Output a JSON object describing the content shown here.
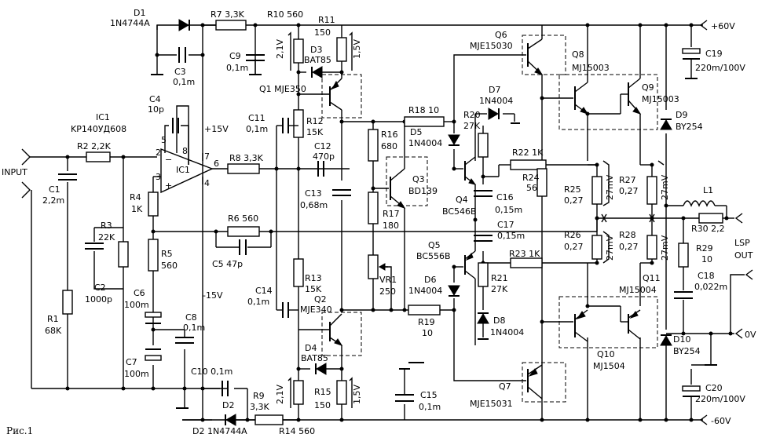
{
  "labels": {
    "D1": "D1",
    "D1v": "1N4744A",
    "R7": "R7 3,3K",
    "R10": "R10 560",
    "R11": "R11",
    "R11v": "150",
    "v21top": "2,1V",
    "v15top": "1,5V",
    "D3": "D3",
    "D3v": "BAT85",
    "C9": "C9",
    "C9v": "0,1m",
    "C3": "C3",
    "C3v": "0,1m",
    "Q1": "Q1 MJE350",
    "C4": "C4",
    "C4v": "10p",
    "IC1": "IC1",
    "IC1v": "KP140УД608",
    "IC1in": "IC1",
    "p15": "+15V",
    "m15": "-15V",
    "R12": "R12",
    "R12v": "15K",
    "C11": "C11",
    "C11v": "0,1m",
    "C12": "C12",
    "C12v": "470p",
    "R16": "R16",
    "R16v": "680",
    "R18": "R18 10",
    "D5": "D5",
    "D5v": "1N4004",
    "R20": "R20",
    "R20v": "27K",
    "D7": "D7",
    "D7v": "1N4004",
    "Q6": "Q6",
    "Q6v": "MJE15030",
    "Q8": "Q8",
    "Q8v": "MJ15003",
    "Q9": "Q9",
    "Q9v": "MJ15003",
    "C19": "C19",
    "C19v": "220m/100V",
    "D9": "D9",
    "D9v": "BY254",
    "p60": "+60V",
    "m60": "-60V",
    "INPUT": "INPUT",
    "C1": "C1",
    "C1v": "2,2m",
    "R2": "R2 2,2K",
    "R3": "R3",
    "R3v": "22K",
    "R4": "R4",
    "R4v": "1K",
    "R8": "R8 3,3K",
    "Q3": "Q3",
    "Q3v": "BD139",
    "R17": "R17",
    "R17v": "180",
    "R22": "R22 1K",
    "R24": "R24",
    "R24v": "56",
    "C16": "C16",
    "C16v": "0,15m",
    "Q4": "Q4",
    "Q4v": "BC546B",
    "R25": "R25",
    "R25v": "0,27",
    "R27": "R27",
    "R27v": "0,27",
    "L1": "L1",
    "C13": "C13",
    "C13v": "0,68m",
    "R6": "R6 560",
    "C5": "C5 47p",
    "R5": "R5",
    "R5v": "560",
    "C2": "C2",
    "C2v": "1000p",
    "R1": "R1",
    "R1v": "68K",
    "C6": "C6",
    "C6v": "100m",
    "C7": "C7",
    "C7v": "100m",
    "C8": "C8",
    "C8v": "0,1m",
    "C14": "C14",
    "C14v": "0,1m",
    "R13": "R13",
    "R13v": "15K",
    "Q2": "Q2",
    "Q2v": "MJE340",
    "VR1": "VR1",
    "VR1v": "250",
    "C17": "C17",
    "C17v": "0,15m",
    "Q5": "Q5",
    "Q5v": "BC556B",
    "R23": "R23 1K",
    "R21": "R21",
    "R21v": "27K",
    "D6": "D6",
    "D6v": "1N4004",
    "R19": "R19",
    "R19v": "10",
    "D8": "D8",
    "D8v": "1N4004",
    "R26": "R26",
    "R26v": "0,27",
    "R28": "R28",
    "R28v": "0,27",
    "R30": "R30 2,2",
    "R29": "R29",
    "R29v": "10",
    "C18": "C18",
    "C18v": "0,022m",
    "LSP": "LSP",
    "OUT": "OUT",
    "Q11": "Q11",
    "Q11v": "MJ15004",
    "Q10": "Q10",
    "Q10v": "MJ1504",
    "D10": "D10",
    "D10v": "BY254",
    "zeroV": "0V",
    "C20": "C20",
    "C20v": "220m/100V",
    "C10": "C10 0,1m",
    "D2": "D2",
    "D2v": "D2 1N4744A",
    "R9": "R9",
    "R9v": "3,3K",
    "R14": "R14 560",
    "D4": "D4",
    "D4v": "BAT85",
    "R15": "R15",
    "R15v": "150",
    "v21bot": "2,1V",
    "v15bot": "1,5V",
    "C15": "C15",
    "C15v": "0,1m",
    "Q7": "Q7",
    "Q7v": "MJE15031",
    "mv27a": "27mV",
    "mv27b": "27mV",
    "mv27c": "27mV",
    "mv27d": "27mV",
    "pin2": "2",
    "pin3": "3",
    "pin5": "5",
    "pin8": "8",
    "pin7": "7",
    "pin6": "6",
    "pin4": "4",
    "caption": "Рис.1"
  }
}
